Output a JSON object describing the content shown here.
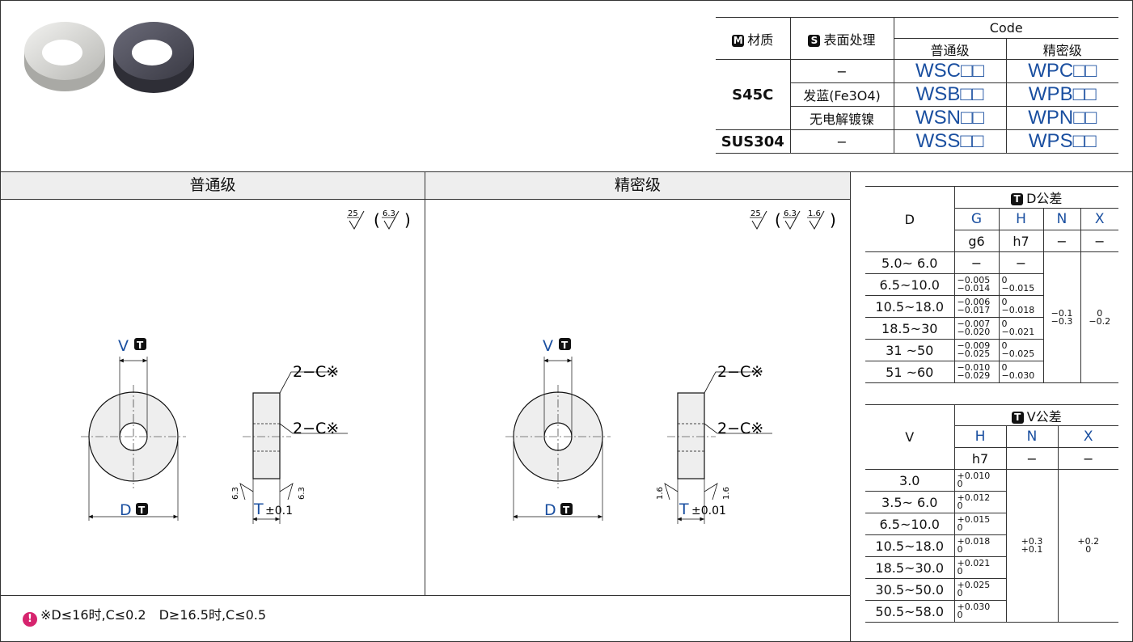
{
  "code_table": {
    "material_label": "材质",
    "material_badge": "M",
    "surface_label": "表面处理",
    "surface_badge": "S",
    "code_label": "Code",
    "grade_normal": "普通级",
    "grade_precision": "精密级",
    "rows": [
      {
        "material": "S45C",
        "surface": "−",
        "normal": "WSC□□",
        "precision": "WPC□□"
      },
      {
        "material": "",
        "surface": "发蓝(Fe3O4)",
        "normal": "WSB□□",
        "precision": "WPB□□"
      },
      {
        "material": "",
        "surface": "无电解镀镍",
        "normal": "WSN□□",
        "precision": "WPN□□"
      },
      {
        "material": "SUS304",
        "surface": "−",
        "normal": "WSS□□",
        "precision": "WPS□□"
      }
    ]
  },
  "sections": {
    "normal_title": "普通级",
    "precision_title": "精密级"
  },
  "drawing": {
    "v_label": "V",
    "d_label": "D",
    "t_label": "T",
    "t_badge": "T",
    "chamfer": "2−C※",
    "rough_25": "25",
    "rough_63": "6.3",
    "rough_16": "1.6",
    "normal_t_tol": "±0.1",
    "precision_t_tol": "±0.01"
  },
  "d_tolerance": {
    "badge": "T",
    "title": "D公差",
    "col_d": "D",
    "cols": [
      "G",
      "H",
      "N",
      "X"
    ],
    "sub": [
      "g6",
      "h7",
      "−",
      "−"
    ],
    "rows": [
      {
        "d": "5.0~ 6.0",
        "g_up": "−",
        "g_lo": "",
        "h_up": "−",
        "h_lo": ""
      },
      {
        "d": "6.5~10.0",
        "g_up": "−0.005",
        "g_lo": "−0.014",
        "h_up": "0",
        "h_lo": "−0.015"
      },
      {
        "d": "10.5~18.0",
        "g_up": "−0.006",
        "g_lo": "−0.017",
        "h_up": "0",
        "h_lo": "−0.018"
      },
      {
        "d": "18.5~30",
        "g_up": "−0.007",
        "g_lo": "−0.020",
        "h_up": "0",
        "h_lo": "−0.021"
      },
      {
        "d": "31  ~50",
        "g_up": "−0.009",
        "g_lo": "−0.025",
        "h_up": "0",
        "h_lo": "−0.025"
      },
      {
        "d": "51  ~60",
        "g_up": "−0.010",
        "g_lo": "−0.029",
        "h_up": "0",
        "h_lo": "−0.030"
      }
    ],
    "n_up": "−0.1",
    "n_lo": "−0.3",
    "x_up": "0",
    "x_lo": "−0.2"
  },
  "v_tolerance": {
    "badge": "T",
    "title": "V公差",
    "col_v": "V",
    "cols": [
      "H",
      "N",
      "X"
    ],
    "sub": [
      "h7",
      "−",
      "−"
    ],
    "rows": [
      {
        "v": "3.0",
        "h_up": "+0.010",
        "h_lo": "0"
      },
      {
        "v": "3.5~ 6.0",
        "h_up": "+0.012",
        "h_lo": "0"
      },
      {
        "v": "6.5~10.0",
        "h_up": "+0.015",
        "h_lo": "0"
      },
      {
        "v": "10.5~18.0",
        "h_up": "+0.018",
        "h_lo": "0"
      },
      {
        "v": "18.5~30.0",
        "h_up": "+0.021",
        "h_lo": "0"
      },
      {
        "v": "30.5~50.0",
        "h_up": "+0.025",
        "h_lo": "0"
      },
      {
        "v": "50.5~58.0",
        "h_up": "+0.030",
        "h_lo": "0"
      }
    ],
    "n_up": "+0.3",
    "n_lo": "+0.1",
    "x_up": "+0.2",
    "x_lo": "0"
  },
  "note": {
    "text": "※D≤16时,C≤0.2　D≥16.5时,C≤0.5",
    "color": "#d6246e"
  }
}
